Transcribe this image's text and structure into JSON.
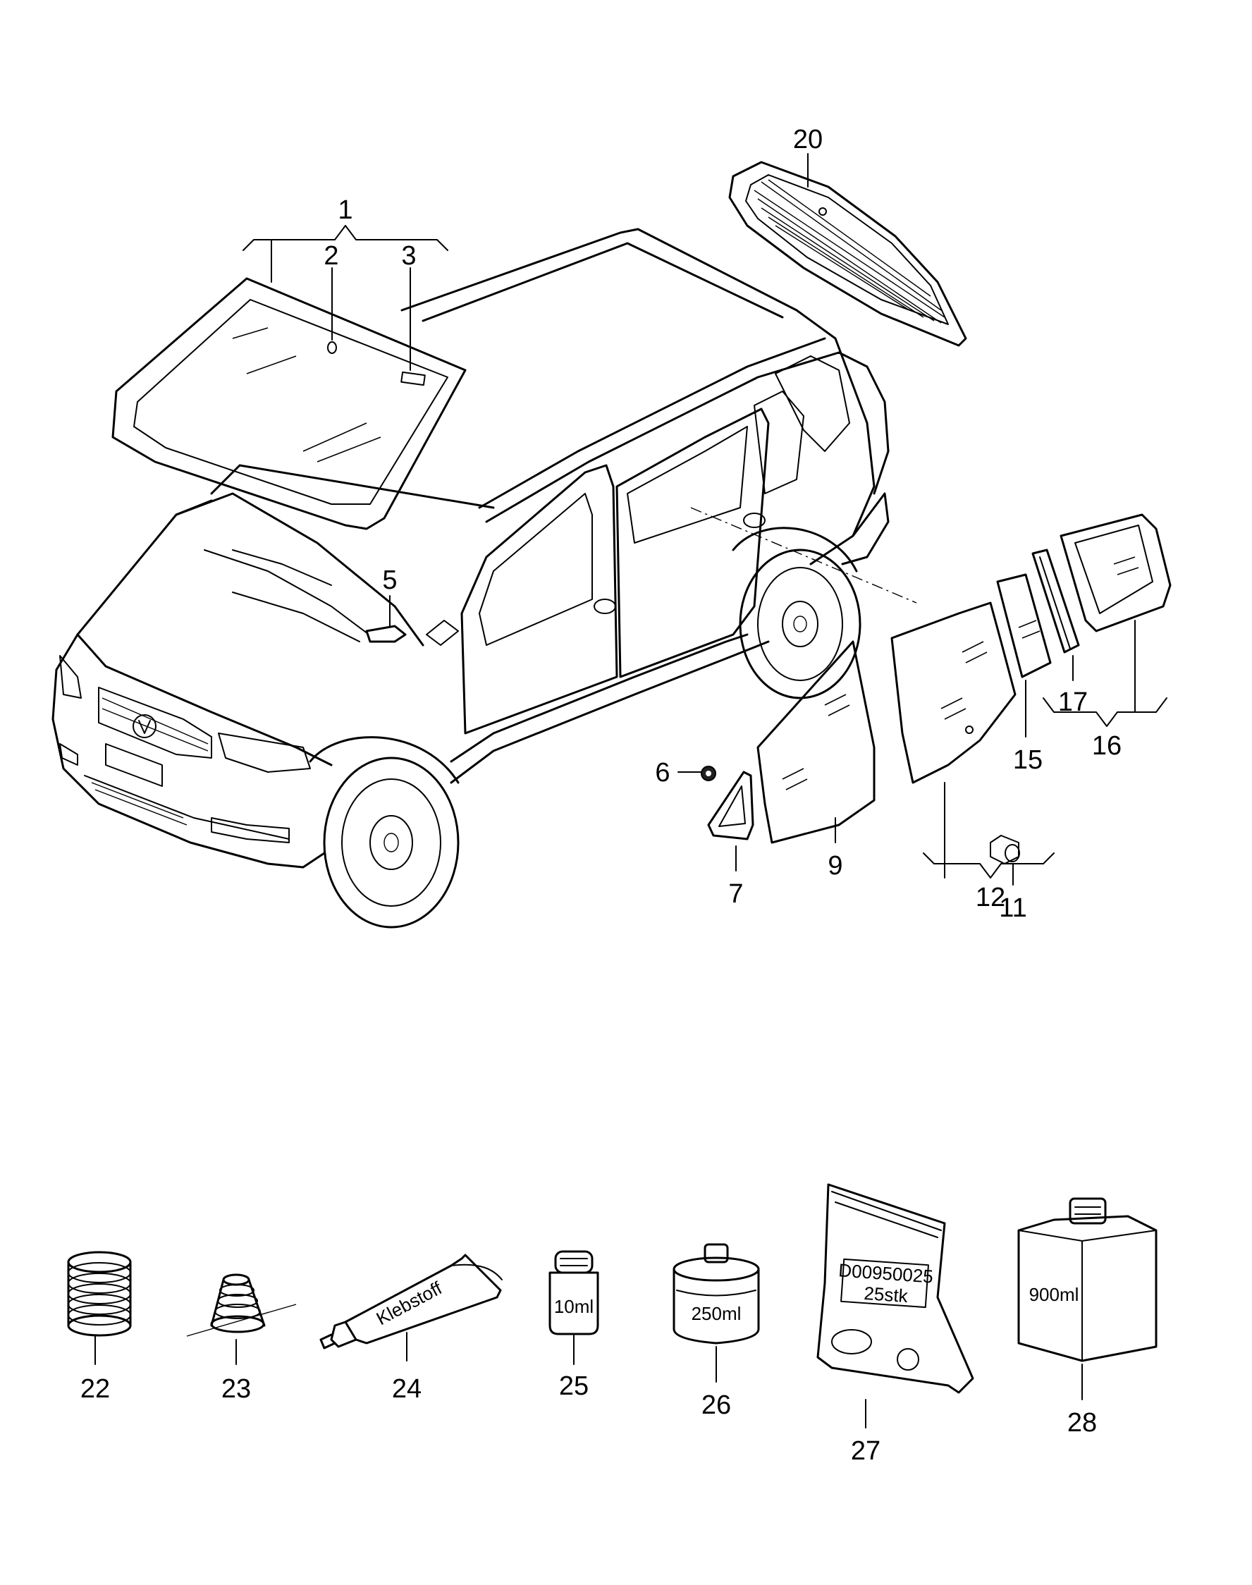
{
  "callouts": {
    "c1": "1",
    "c2": "2",
    "c3": "3",
    "c5": "5",
    "c6": "6",
    "c7": "7",
    "c9": "9",
    "c11": "11",
    "c12": "12",
    "c15": "15",
    "c16": "16",
    "c17": "17",
    "c20": "20",
    "c22": "22",
    "c23": "23",
    "c24": "24",
    "c25": "25",
    "c26": "26",
    "c27": "27",
    "c28": "28"
  },
  "part_labels": {
    "tube": "Klebstoff",
    "vial": "10ml",
    "can": "250ml",
    "bag_line1": "D00950025",
    "bag_line2": "25stk",
    "bottle": "900ml"
  }
}
